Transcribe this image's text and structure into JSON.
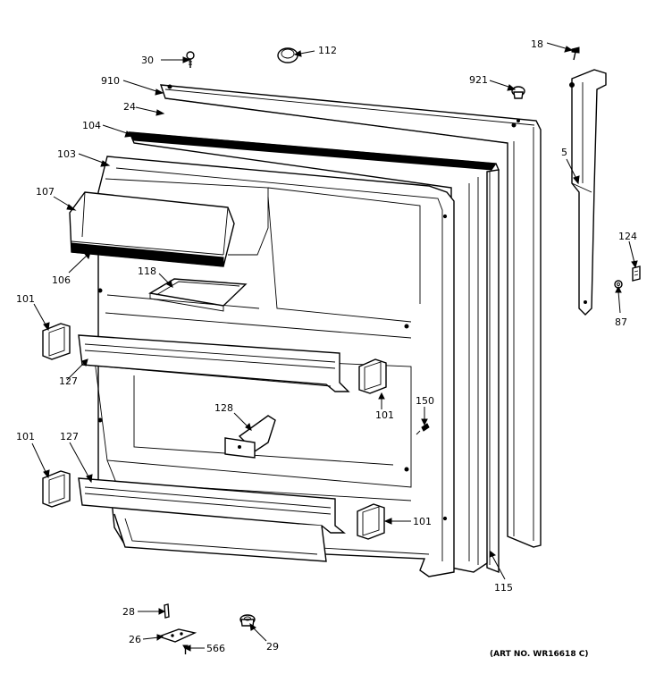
{
  "diagram": {
    "art_number": "(ART NO. WR16618 C)",
    "parts": {
      "p18": "18",
      "p921": "921",
      "p5": "5",
      "p124": "124",
      "p87": "87",
      "p30": "30",
      "p112": "112",
      "p910": "910",
      "p24": "24",
      "p104": "104",
      "p103": "103",
      "p107": "107",
      "p106": "106",
      "p118": "118",
      "p101a": "101",
      "p127a": "127",
      "p101b": "101",
      "p150": "150",
      "p128": "128",
      "p101c": "101",
      "p127b": "127",
      "p101d": "101",
      "p115": "115",
      "p28": "28",
      "p26": "26",
      "p566": "566",
      "p29": "29"
    }
  }
}
